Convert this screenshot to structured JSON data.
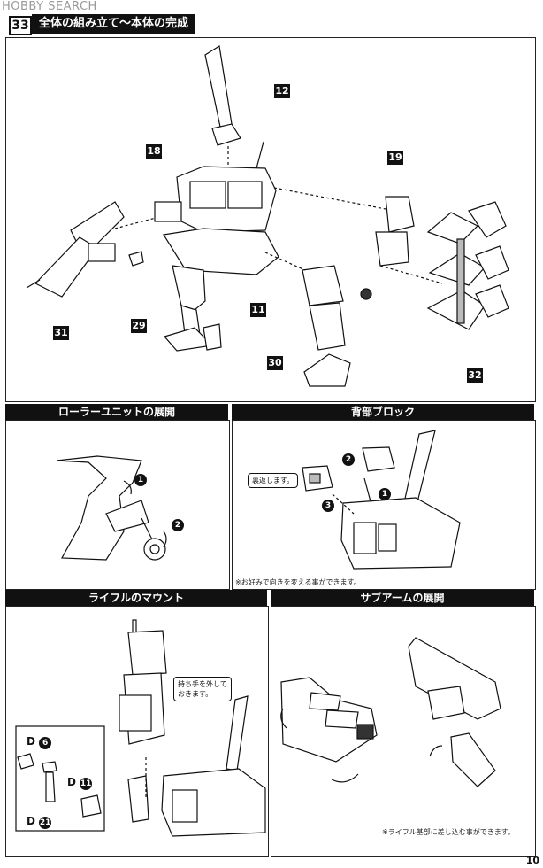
{
  "watermark": "HOBBY SEARCH",
  "step": {
    "number": "33",
    "title": "全体の組み立て～本体の完成"
  },
  "parts": {
    "p12": "12",
    "p18": "18",
    "p19": "19",
    "p31": "31",
    "p29": "29",
    "p11": "11",
    "p30": "30",
    "p32": "32"
  },
  "sections": {
    "roller": {
      "title": "ローラーユニットの展開",
      "step1": "1",
      "step2": "2"
    },
    "back": {
      "title": "背部ブロック",
      "callout": "裏返します。",
      "step1": "1",
      "step2": "2",
      "step3": "3",
      "note": "※お好みで向きを変える事ができます。"
    },
    "rifle": {
      "title": "ライフルのマウント",
      "callout": "持ち手を外して\nおきます。",
      "d6": "D",
      "d6n": "6",
      "d11": "D",
      "d11n": "11",
      "d21": "D",
      "d21n": "21"
    },
    "subarm": {
      "title": "サブアームの展開",
      "note": "※ライフル基部に差し込む事ができます。"
    }
  },
  "page_number": "10"
}
